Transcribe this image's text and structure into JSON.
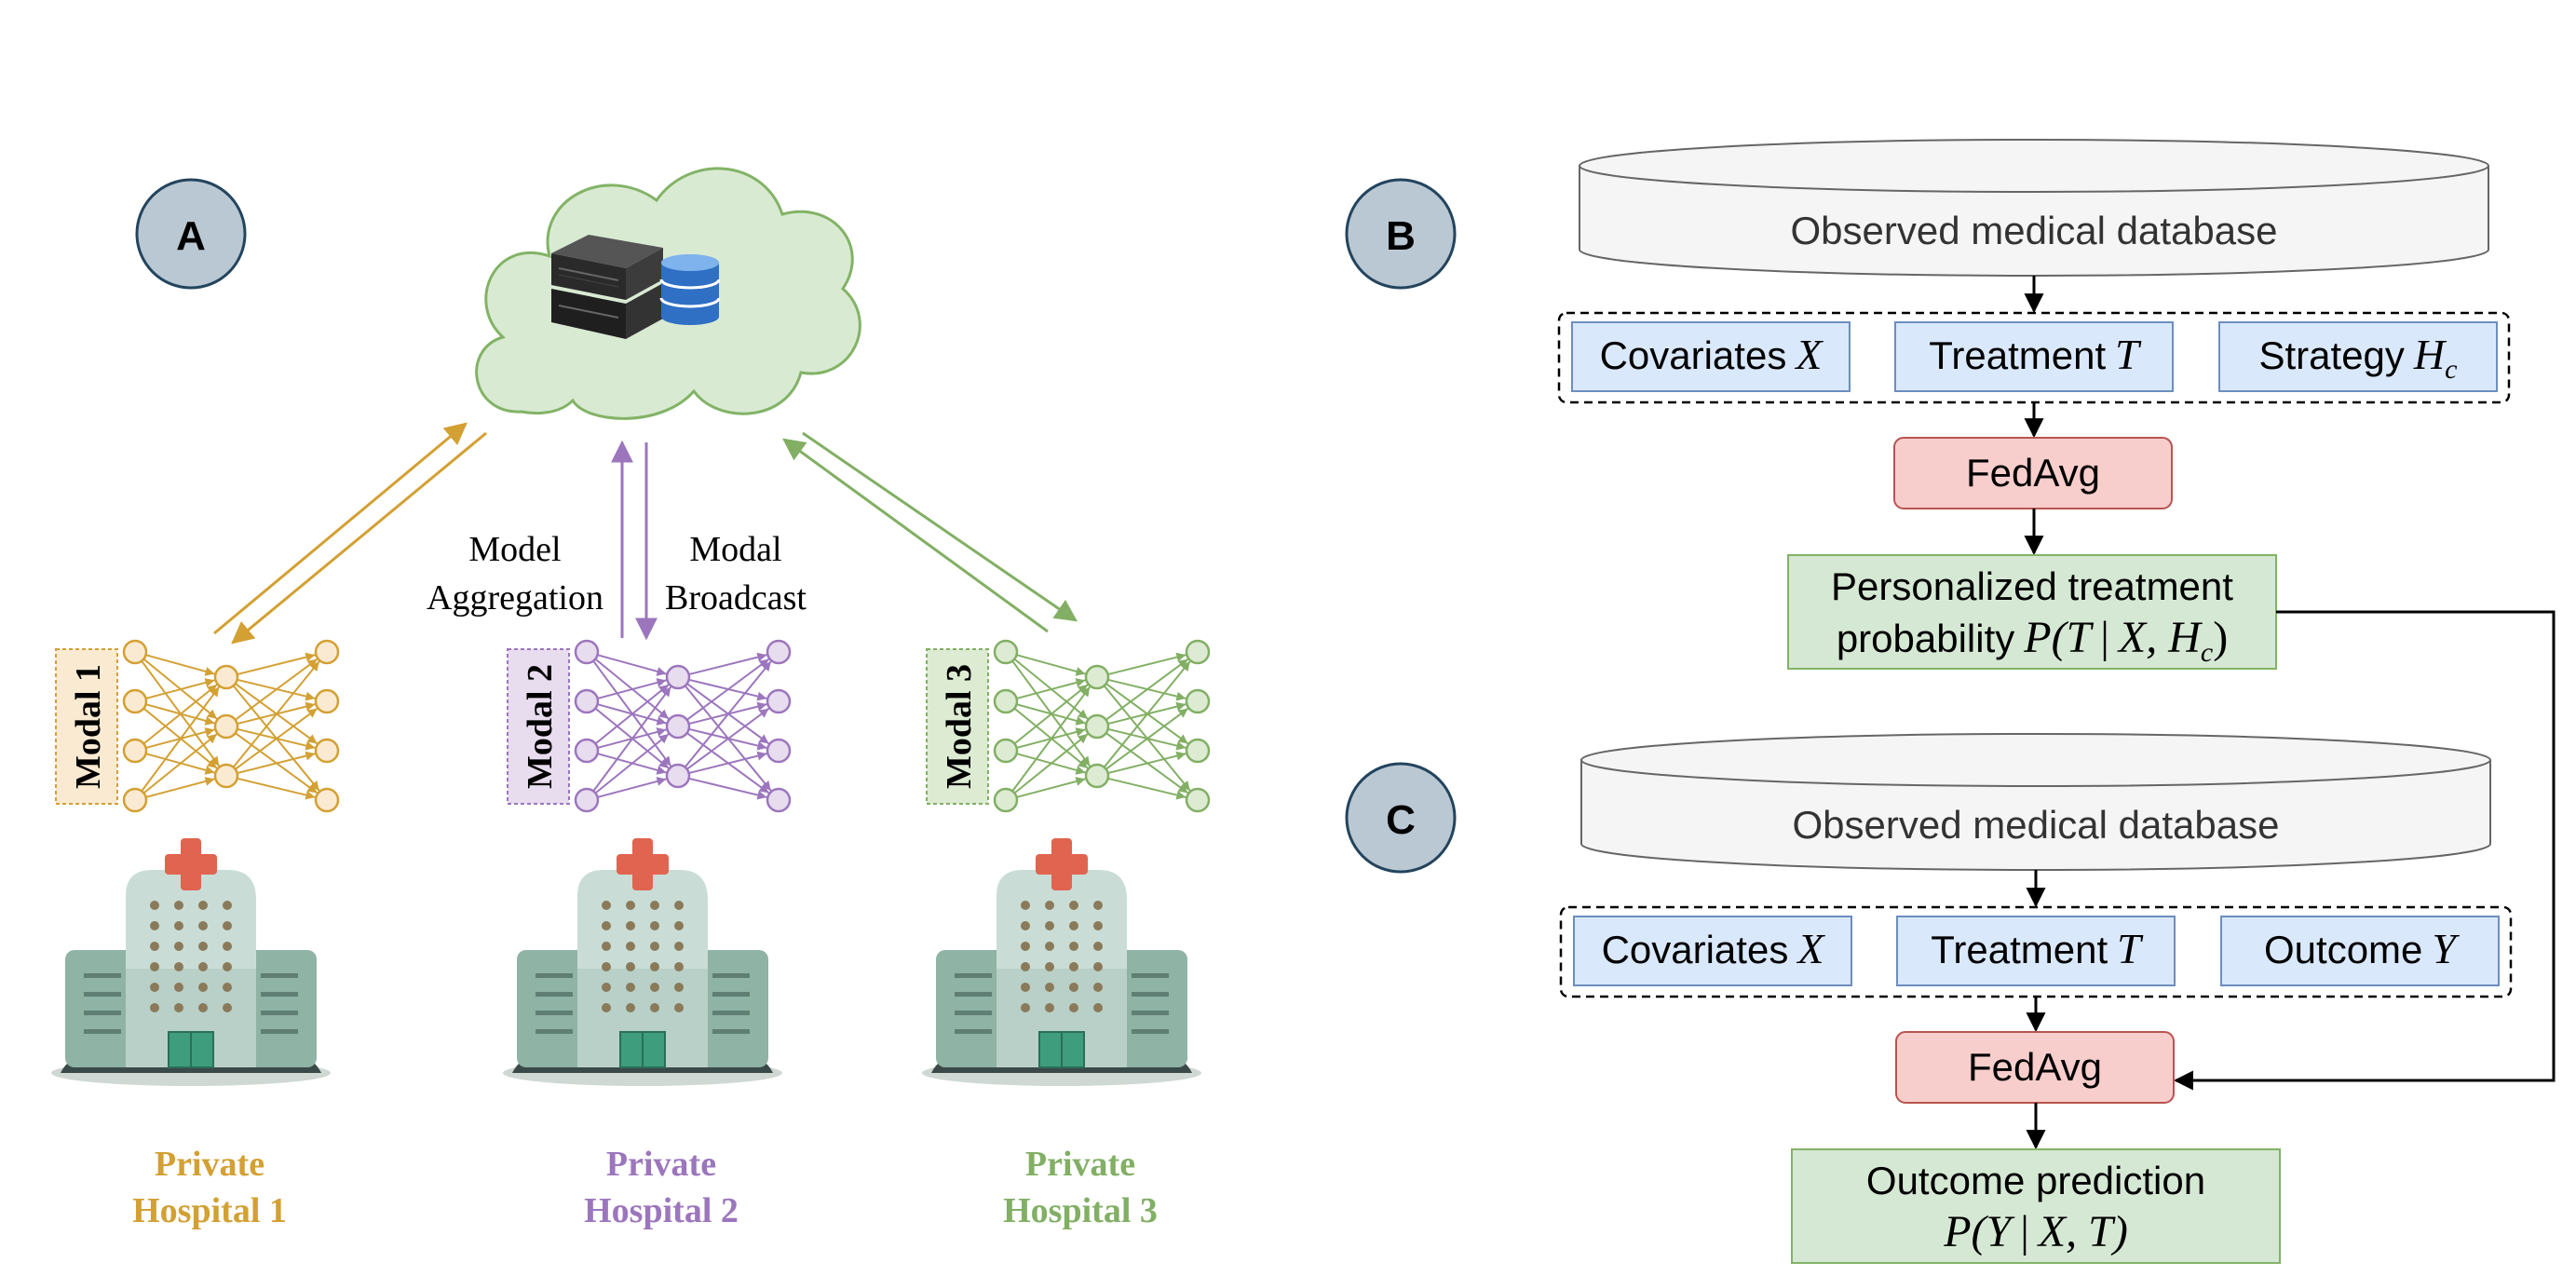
{
  "panels": {
    "a": {
      "label": "A"
    },
    "b": {
      "label": "B"
    },
    "c": {
      "label": "C"
    }
  },
  "panel_a": {
    "arrow_labels": {
      "aggregation_line1": "Model",
      "aggregation_line2": "Aggregation",
      "broadcast_line1": "Modal",
      "broadcast_line2": "Broadcast"
    },
    "hospitals": [
      {
        "modal": "Modal 1",
        "name_line1": "Private",
        "name_line2": "Hospital 1",
        "color": "#d3a033",
        "fill": "#fbead2"
      },
      {
        "modal": "Modal 2",
        "name_line1": "Private",
        "name_line2": "Hospital 2",
        "color": "#9c76bd",
        "fill": "#e8dcef"
      },
      {
        "modal": "Modal 3",
        "name_line1": "Private",
        "name_line2": "Hospital 3",
        "color": "#82af64",
        "fill": "#dcebd2"
      }
    ]
  },
  "panel_b": {
    "database": "Observed medical database",
    "inputs": [
      "Covariates",
      "Treatment",
      "Strategy"
    ],
    "input_symbols": [
      "X",
      "T",
      "H"
    ],
    "input_symbol_sub": "c",
    "method": "FedAvg",
    "output_line1": "Personalized treatment",
    "output_line2": "probability",
    "output_formula": {
      "open": "P(T",
      "bar": "|",
      "close": "X, H",
      "sub": "c",
      "end": ")"
    }
  },
  "panel_c": {
    "database": "Observed medical database",
    "inputs": [
      "Covariates",
      "Treatment",
      "Outcome"
    ],
    "input_symbols": [
      "X",
      "T",
      "Y"
    ],
    "method": "FedAvg",
    "output_line1": "Outcome prediction",
    "output_formula": {
      "open": "P(Y",
      "bar": "|",
      "close": "X, T)"
    }
  },
  "colors": {
    "cloud_fill": "#d9ead3",
    "cloud_stroke": "#82b366",
    "input_fill": "#dae8fc",
    "input_stroke": "#6c8ebf",
    "method_fill": "#f8cecc",
    "method_stroke": "#b85450",
    "output_fill": "#d5e8d4",
    "output_stroke": "#82b366",
    "panel_circle": "#bac8d3",
    "database_fill": "#f5f5f5"
  }
}
